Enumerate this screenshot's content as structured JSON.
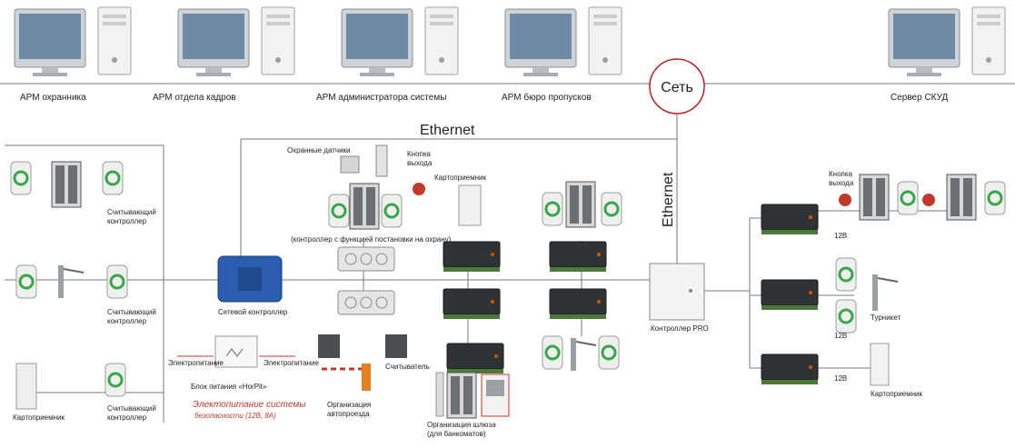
{
  "workstations": [
    {
      "label": "АРМ охранника"
    },
    {
      "label": "АРМ отдела кадров"
    },
    {
      "label": "АРМ администратора системы"
    },
    {
      "label": "АРМ бюро пропусков"
    },
    {
      "label": "Сервер СКУД"
    }
  ],
  "network": {
    "hub": "Сеть",
    "ethernet_top": "Ethernet",
    "ethernet_vertical": "Ethernet"
  },
  "left_group": {
    "reader_controller_1": "Считывающий\nконтроллер",
    "reader_controller_2": "Считывающий\nконтроллер",
    "reader_controller_3": "Считывающий\nконтроллер",
    "card_reader": "Картоприемник"
  },
  "center_group": {
    "network_controller": "Сетевой контроллер",
    "security_sensors": "Охранные датчики",
    "exit_button": "Кнопка\nвыхода",
    "card_collector": "Картоприемник",
    "arming_controller": "(контроллер с функцией постановки на охрану)",
    "reader": "Считыватель",
    "parking": "Организация\nавтопроезда",
    "sluice": "Организация шлюза\n(для банкоматов)",
    "power_unit": "Блок питания «HorPit»",
    "power_left": "Электропитание",
    "power_right": "Электропитание",
    "power_title": "Электопитание системы",
    "power_subtitle": "безопасности (12В, 8А)"
  },
  "right_group": {
    "controller_pro": "Контроллер PRO",
    "exit_button": "Кнопка\nвыхода",
    "turnstile": "Турникет",
    "card_collector": "Картоприемник",
    "voltage_1": "12В",
    "voltage_2": "12В",
    "voltage_3": "12В"
  },
  "colors": {
    "line": "#777777",
    "hub_border": "#b22222",
    "accent_red": "#c0392b",
    "controller_dark": "#2f3336",
    "network_blue": "#2a5db0"
  }
}
